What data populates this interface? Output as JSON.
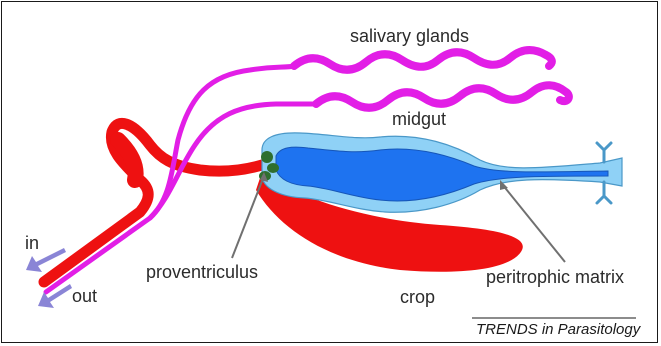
{
  "labels": {
    "salivary_glands": "salivary glands",
    "midgut": "midgut",
    "in": "in",
    "out": "out",
    "proventriculus": "proventriculus",
    "peritrophic_matrix": "peritrophic matrix",
    "crop": "crop"
  },
  "credit": {
    "italic_part": "TRENDS",
    "rest": " in Parasitology"
  },
  "colors": {
    "salivary": "#e21ee6",
    "foregut_crop": "#ee1111",
    "midgut_outer": "#8fd1f6",
    "midgut_inner": "#1e73f0",
    "proventriculus": "#2f6f2e",
    "arrow": "#8a85d6",
    "pointer": "#707070"
  }
}
